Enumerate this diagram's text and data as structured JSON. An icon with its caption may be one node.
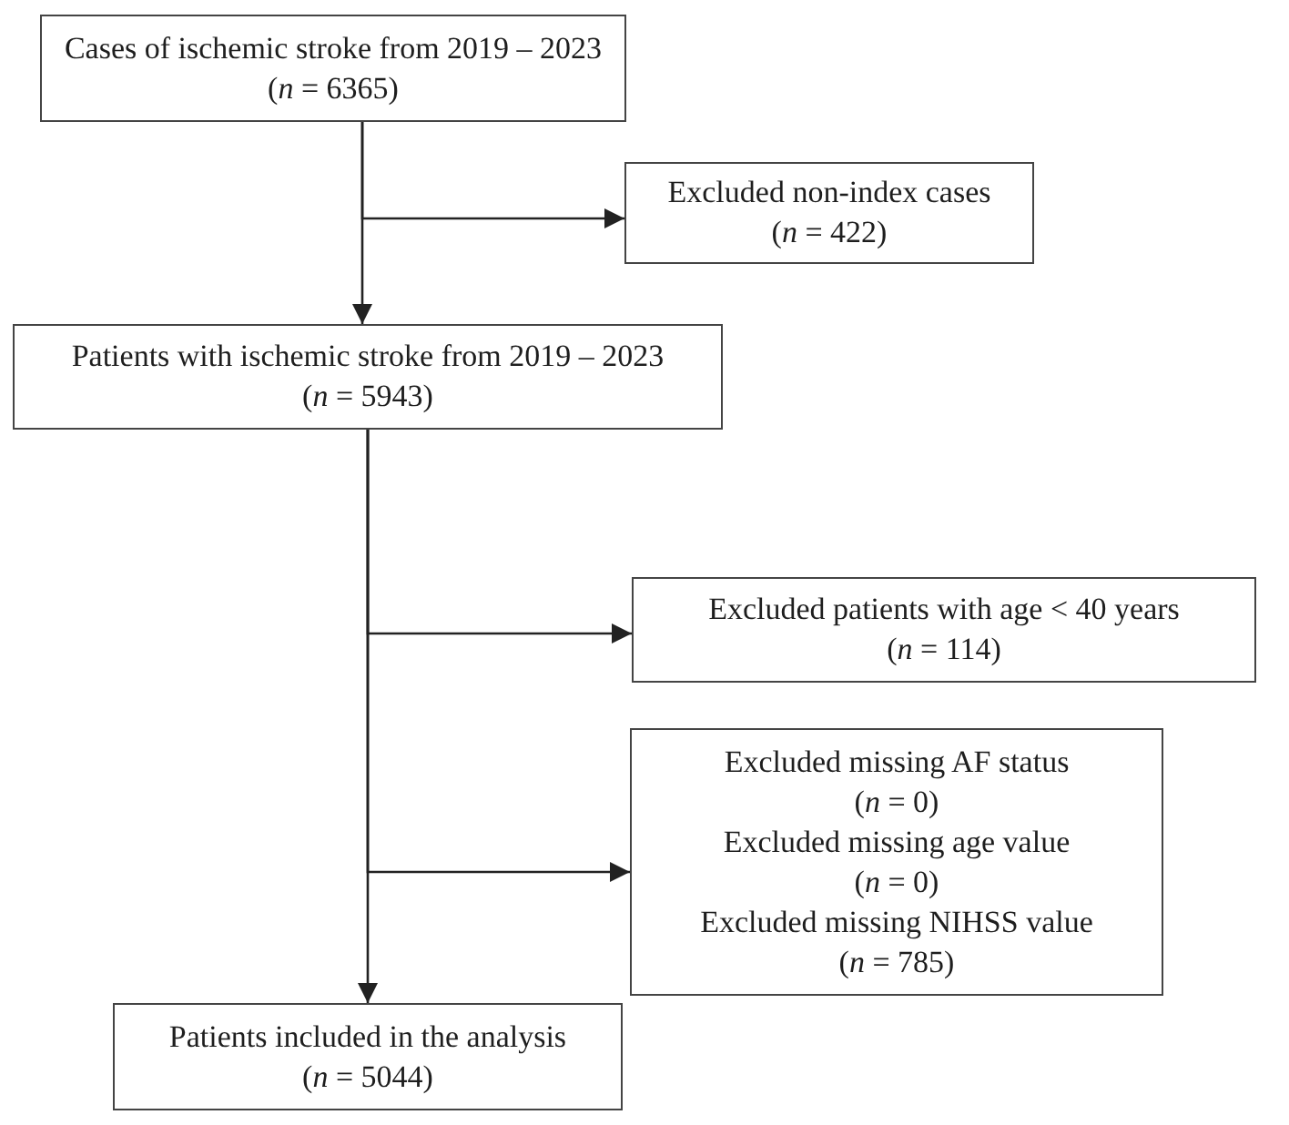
{
  "diagram": {
    "nodes": [
      {
        "text": [
          "Cases of ischemic stroke from 2019 – 2023",
          "(*n* = 6365)"
        ]
      },
      {
        "text": [
          "Excluded non-index cases",
          "(*n* = 422)"
        ]
      },
      {
        "text": [
          "Patients with ischemic stroke from 2019 – 2023",
          "(*n* = 5943)"
        ]
      },
      {
        "text": [
          "Excluded patients with age < 40 years",
          "(*n* = 114)"
        ]
      },
      {
        "text": [
          "Excluded missing AF status",
          "(*n* = 0)",
          "Excluded missing age value",
          "(*n* = 0)",
          "Excluded missing NIHSS value",
          "(*n* = 785)"
        ]
      },
      {
        "text": [
          "Patients included in the analysis",
          "(*n* = 5044)"
        ]
      }
    ],
    "edges": [
      {
        "from": 0,
        "to": 1,
        "arrow": "to"
      },
      {
        "from": 0,
        "to": 2,
        "arrow": "to"
      },
      {
        "from": 2,
        "to": 3,
        "arrow": "to"
      },
      {
        "from": 2,
        "to": 4,
        "arrow": "to"
      },
      {
        "from": 2,
        "to": 5,
        "arrow": "to"
      }
    ]
  }
}
